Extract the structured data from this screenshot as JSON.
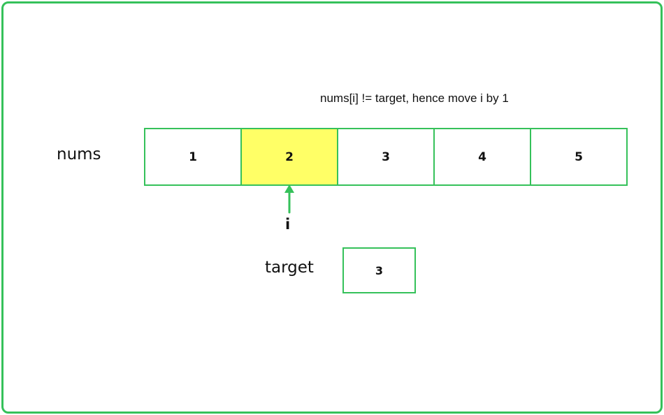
{
  "caption": "nums[i] != target, hence move i by 1",
  "array": {
    "label": "nums",
    "values": [
      "1",
      "2",
      "3",
      "4",
      "5"
    ],
    "highlight_index": 1
  },
  "pointer": {
    "label": "i",
    "index": 1
  },
  "target": {
    "label": "target",
    "value": "3"
  },
  "colors": {
    "border": "#35c15a",
    "highlight": "#ffff66",
    "text": "#111111"
  }
}
